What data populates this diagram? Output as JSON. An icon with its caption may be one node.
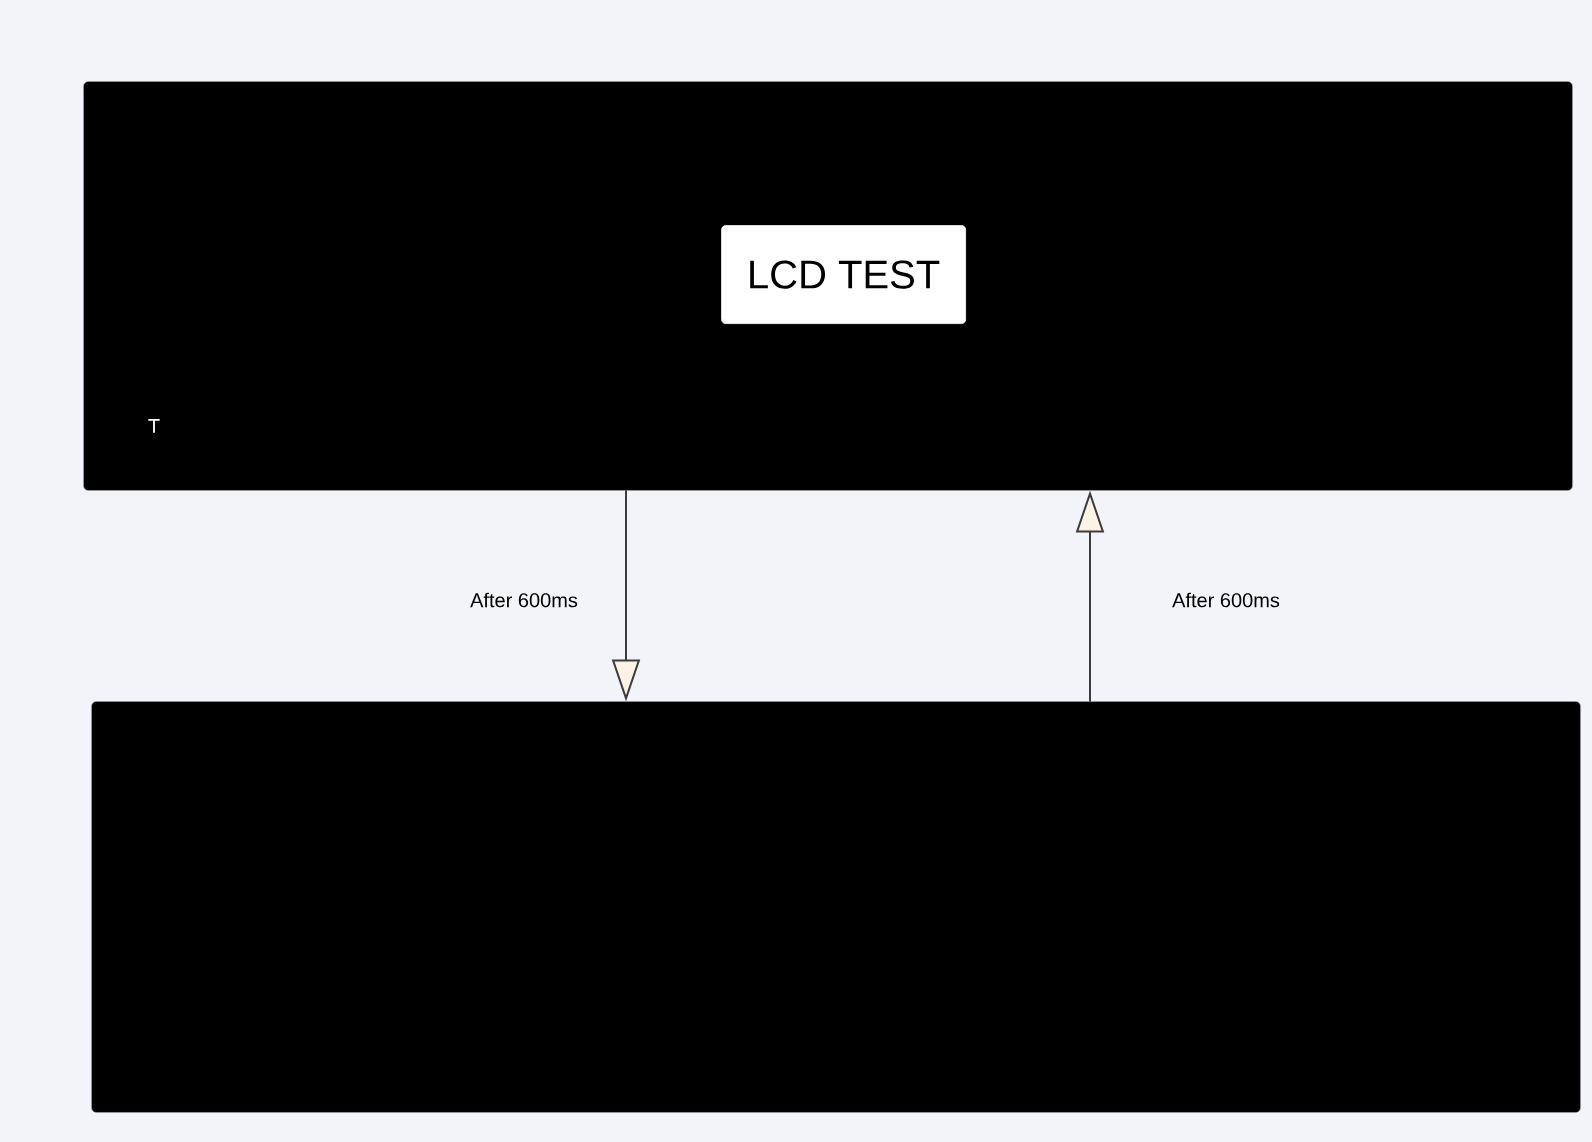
{
  "diagram": {
    "nodes": [
      {
        "text": [
          "T"
        ]
      },
      {
        "text": [
          "LCD TEST"
        ],
        "in": 0
      },
      {
        "text": [],
        "shape": "box"
      }
    ],
    "edges": [
      {
        "from": 0,
        "to": 2,
        "arrow": "to",
        "label": "After 600ms"
      },
      {
        "from": 2,
        "to": 0,
        "arrow": "to",
        "label": "After 600ms"
      }
    ]
  }
}
